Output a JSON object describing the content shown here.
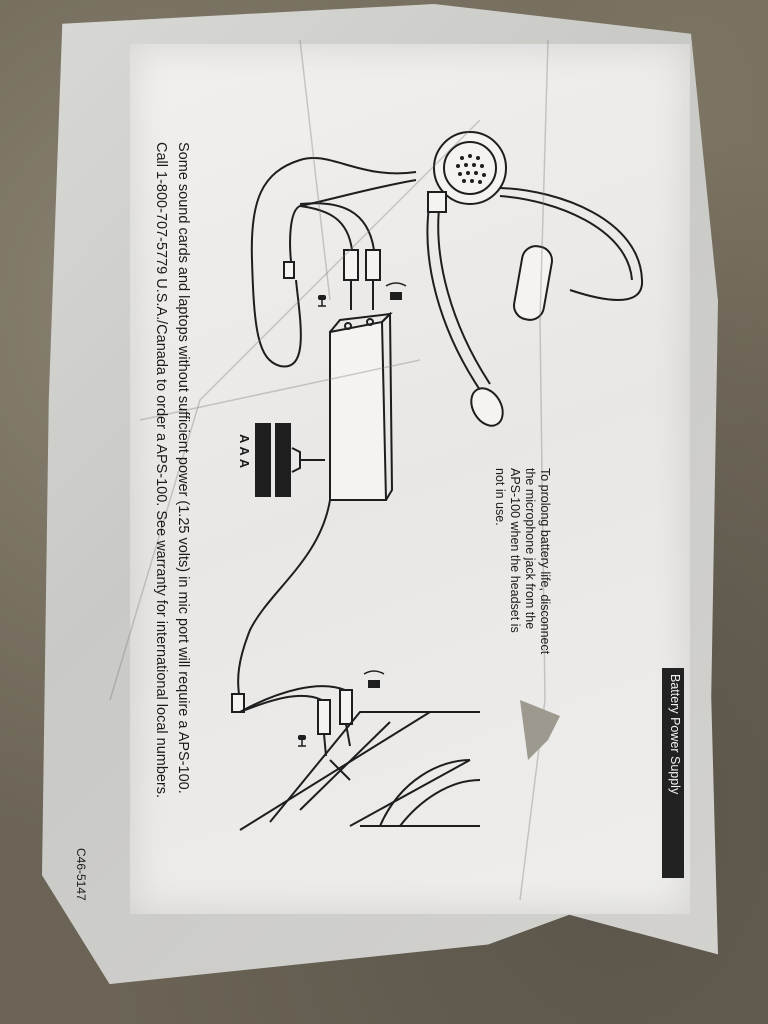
{
  "label": {
    "title": "Battery Power Supply"
  },
  "note": {
    "lines": [
      "To prolong battery life, disconnect",
      "the microphone jack from the",
      "APS-100 when the headset is",
      "not in use."
    ]
  },
  "footer": {
    "lines": [
      "Some sound cards and laptops without sufficient power (1.25 volts) in mic port will require a APS-100.",
      "Call 1-800-707-5779 U.S.A./Canada to order a APS-100. See warranty for international local numbers."
    ]
  },
  "battery": {
    "label": "AAA"
  },
  "code": "C46-5147",
  "icons": [
    "microphone-icon",
    "speaker-icon",
    "headset-illustration",
    "battery-pack-illustration",
    "sound-card-illustration",
    "aaa-battery-icon"
  ]
}
